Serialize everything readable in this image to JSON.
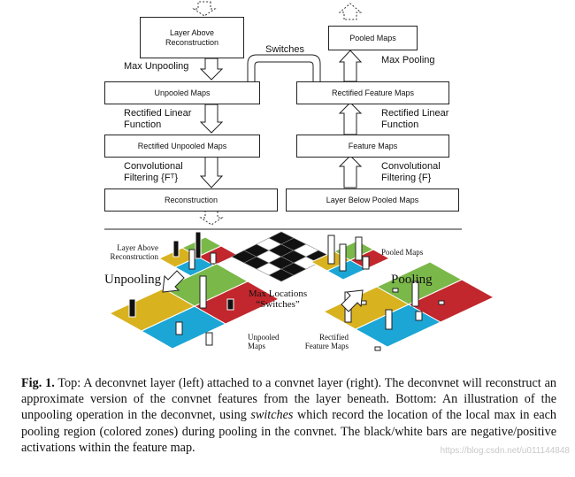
{
  "top": {
    "left_boxes": {
      "layer_above": "Layer Above\nReconstruction",
      "unpooled": "Unpooled Maps",
      "rectified_unpooled": "Rectified Unpooled Maps",
      "reconstruction": "Reconstruction"
    },
    "right_boxes": {
      "pooled": "Pooled Maps",
      "rectified_feature": "Rectified Feature Maps",
      "feature": "Feature Maps",
      "layer_below": "Layer Below Pooled Maps"
    },
    "left_labels": {
      "max_unpooling": "Max Unpooling",
      "rectified_linear": "Rectified Linear\nFunction",
      "conv_filtering": "Convolutional\nFiltering {Fᵀ}"
    },
    "right_labels": {
      "max_pooling": "Max Pooling",
      "rectified_linear": "Rectified Linear\nFunction",
      "conv_filtering": "Convolutional\nFiltering {F}"
    },
    "switches": "Switches"
  },
  "bottom": {
    "layer_above": "Layer Above\nReconstruction",
    "unpooling": "Unpooling",
    "max_locations": "Max Locations\n“Switches”",
    "pooled_maps": "Pooled Maps",
    "pooling": "Pooling",
    "unpooled_maps": "Unpooled\nMaps",
    "rectified_feature_maps": "Rectified\nFeature Maps"
  },
  "colors": {
    "yellow": "#d9b21f",
    "green": "#7bb84a",
    "blue": "#1ba6d6",
    "red": "#c1272d",
    "black": "#111111"
  },
  "caption": {
    "fig": "Fig. 1.",
    "text1": " Top: A deconvnet layer (left) attached to a convnet layer (right). The deconvnet will reconstruct an approximate version of the convnet features from the layer beneath. Bottom: An illustration of the unpooling operation in the deconvnet, using ",
    "switches": "switches",
    "text2": " which record the location of the local max in each pooling region (colored zones) during pooling in the convnet. The black/white bars are negative/positive activations within the feature map."
  },
  "watermark": "https://blog.csdn.net/u011144848"
}
